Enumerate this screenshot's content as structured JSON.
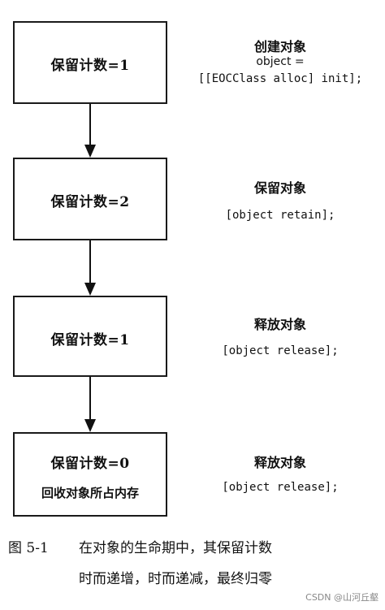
{
  "diagram": {
    "steps": [
      {
        "box_label": "保留计数=1",
        "box_note": "",
        "title": "创建对象",
        "code_lines": [
          "object =",
          "[[EOCClass alloc] init];"
        ]
      },
      {
        "box_label": "保留计数=2",
        "box_note": "",
        "title": "保留对象",
        "code_lines": [
          "[object retain];"
        ]
      },
      {
        "box_label": "保留计数=1",
        "box_note": "",
        "title": "释放对象",
        "code_lines": [
          "[object release];"
        ]
      },
      {
        "box_label": "保留计数=0",
        "box_note": "回收对象所占内存",
        "title": "释放对象",
        "code_lines": [
          "[object release];"
        ]
      }
    ]
  },
  "caption": {
    "number": "图 5-1",
    "lines": [
      "在对象的生命期中，其保留计数",
      "时而递增，时而递减，最终归零"
    ]
  },
  "watermark": "CSDN @山河丘壑"
}
